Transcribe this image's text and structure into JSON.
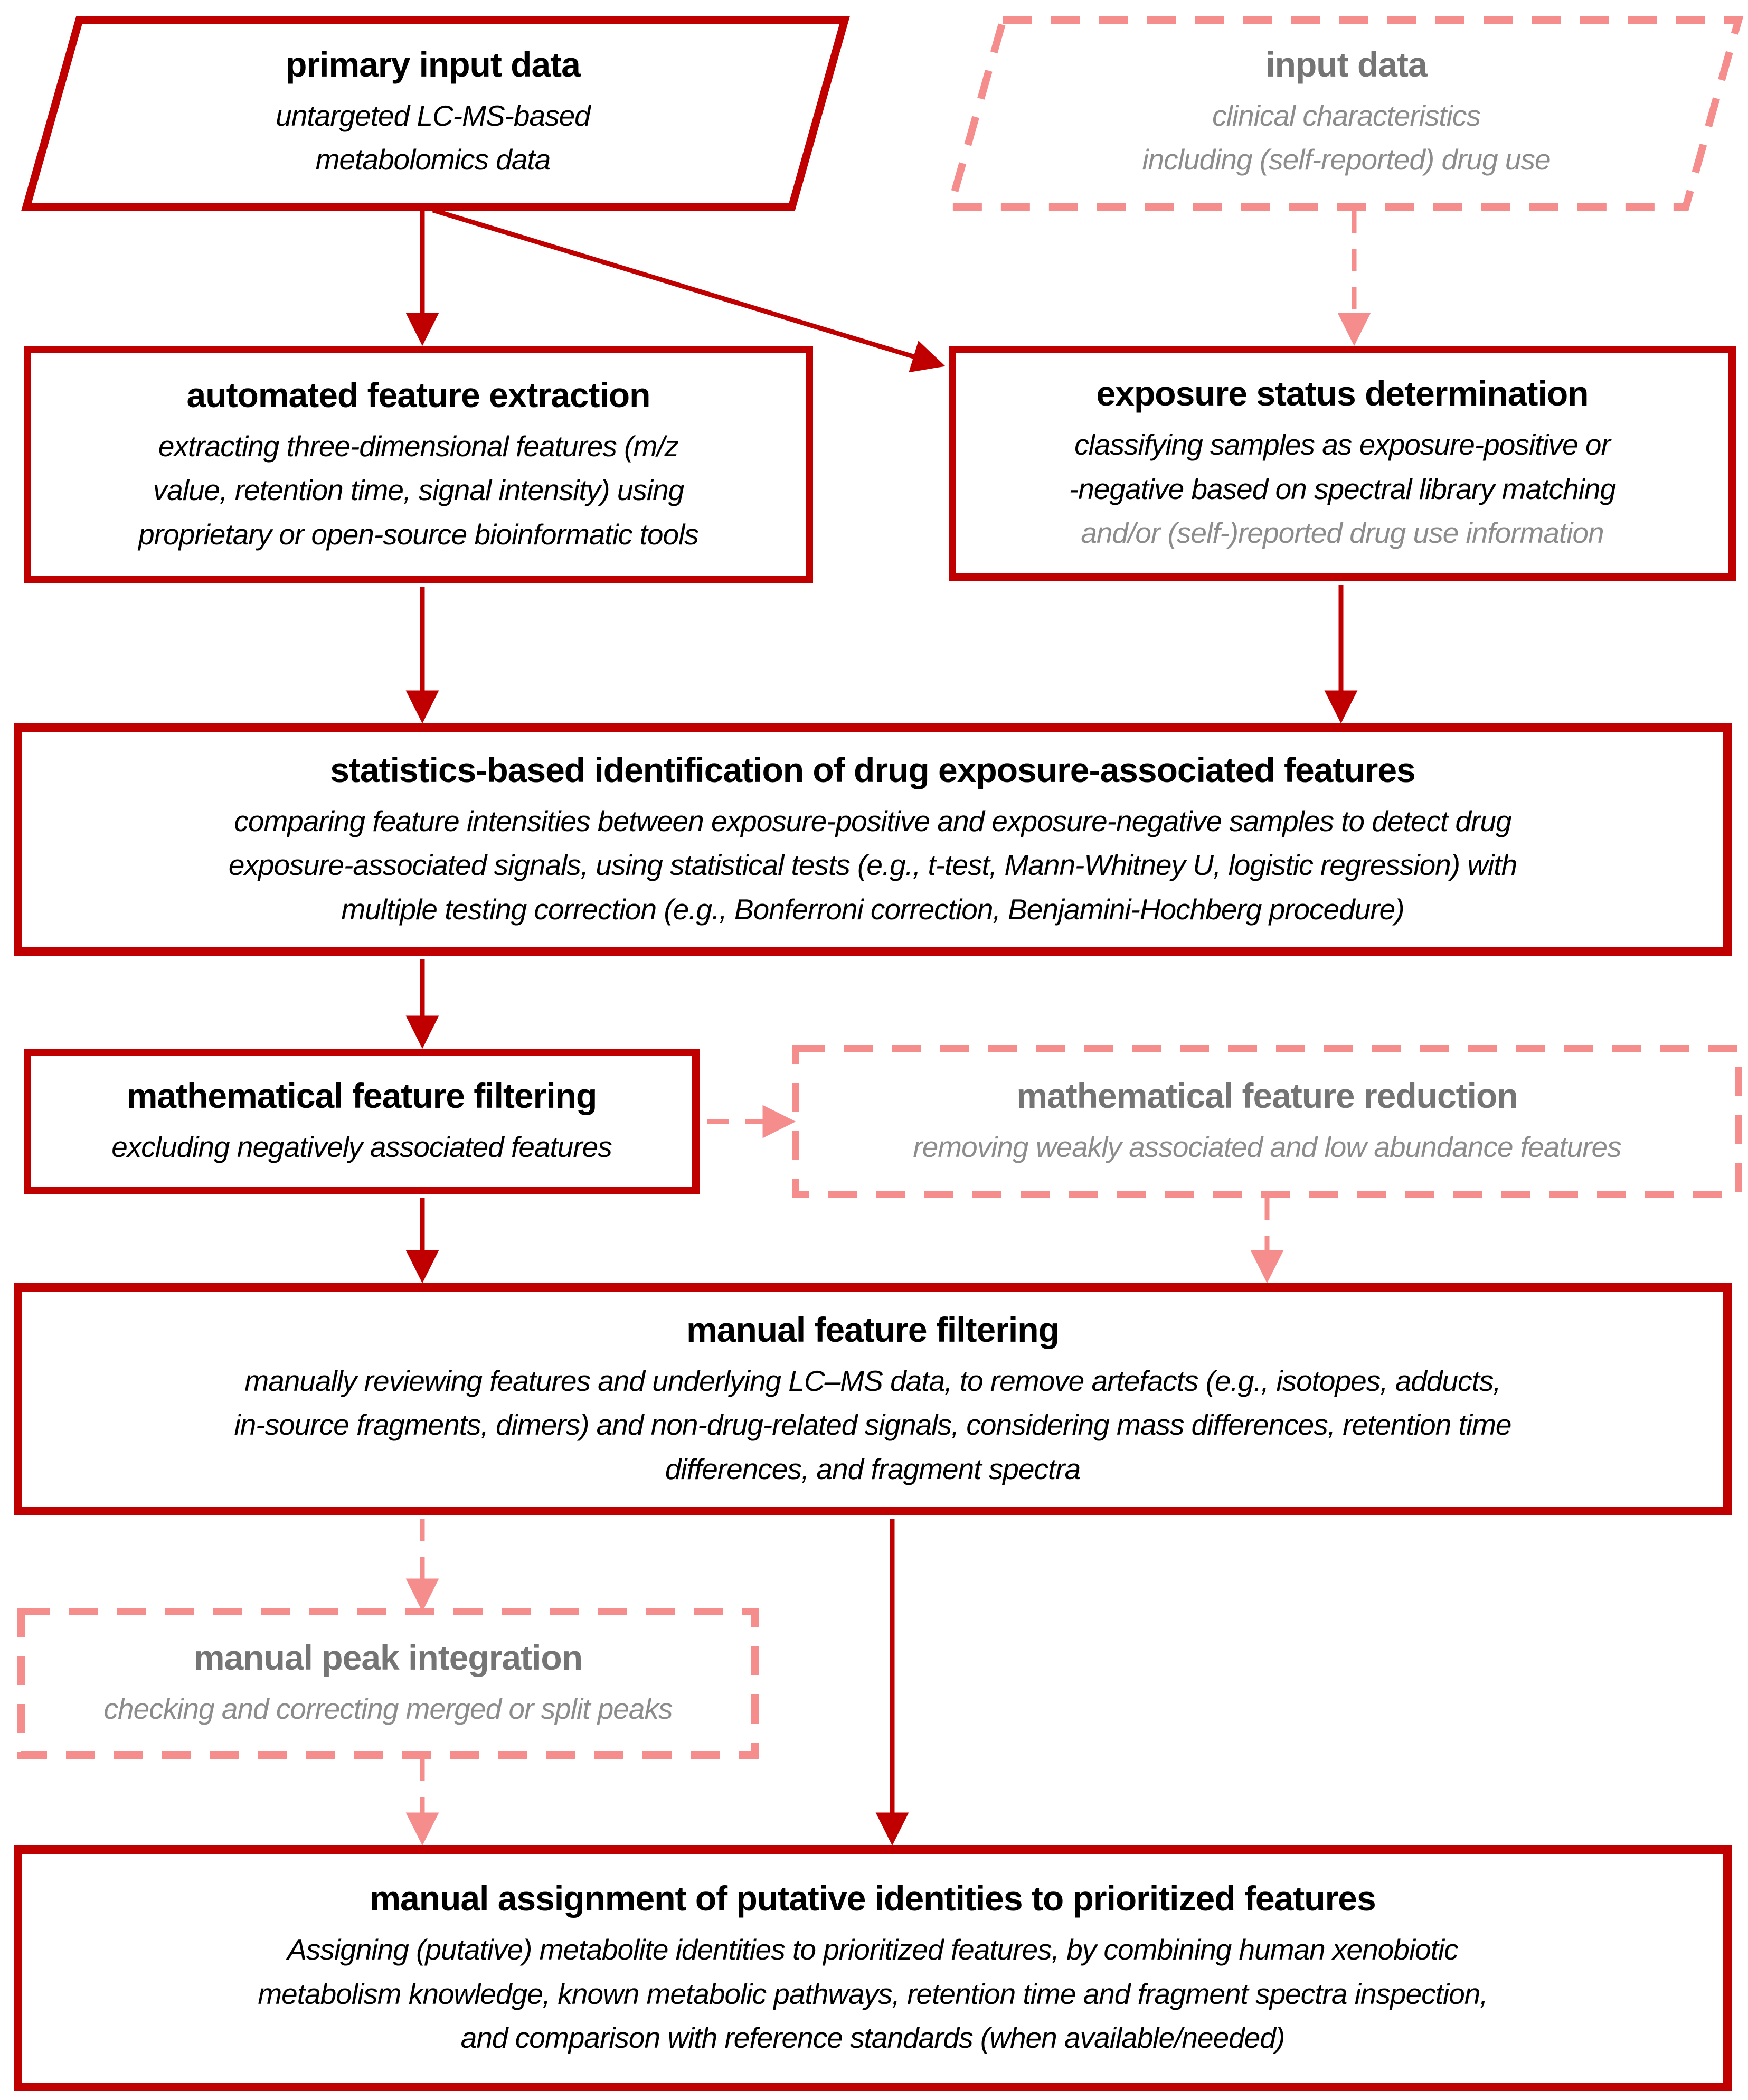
{
  "palette": {
    "solid_red": "#c00000",
    "dashed_pink": "#f58d8d",
    "gray_title": "#757575",
    "gray_body": "#8c8c8c",
    "text_black": "#000000",
    "background": "#ffffff"
  },
  "nodes": {
    "primary_input": {
      "title": "primary input data",
      "body": "untargeted LC-MS-based\nmetabolomics data"
    },
    "input_data": {
      "title": "input data",
      "body": "clinical characteristics\nincluding (self-reported) drug use"
    },
    "feature_extraction": {
      "title": "automated feature extraction",
      "body": "extracting three-dimensional features (m/z\nvalue, retention time, signal intensity) using\nproprietary or open-source bioinformatic tools"
    },
    "exposure_status": {
      "title": "exposure status determination",
      "body_black": "classifying samples as exposure-positive or\n-negative based on spectral library matching",
      "body_gray": "and/or (self-)reported drug use information"
    },
    "stats_identification": {
      "title": "statistics-based identification of drug exposure-associated features",
      "body": "comparing feature intensities between exposure-positive and exposure-negative samples to detect drug\nexposure-associated signals, using statistical tests (e.g., t-test, Mann-Whitney U, logistic regression) with\nmultiple testing correction (e.g., Bonferroni correction, Benjamini-Hochberg procedure)"
    },
    "math_filtering": {
      "title": "mathematical feature filtering",
      "body": "excluding negatively associated features"
    },
    "math_reduction": {
      "title": "mathematical feature reduction",
      "body": "removing weakly associated and low abundance features"
    },
    "manual_filtering": {
      "title": "manual feature filtering",
      "body": "manually reviewing features and underlying LC–MS data, to remove artefacts (e.g., isotopes, adducts,\nin-source fragments, dimers) and non-drug-related signals, considering mass differences, retention time\ndifferences, and fragment spectra"
    },
    "peak_integration": {
      "title": "manual peak integration",
      "body": "checking and correcting merged or split peaks"
    },
    "identity_assignment": {
      "title": "manual assignment of putative identities to prioritized features",
      "body": "Assigning (putative) metabolite identities to prioritized features, by combining human xenobiotic\nmetabolism knowledge, known metabolic pathways, retention time and fragment spectra inspection,\nand comparison with reference standards (when available/needed)"
    }
  }
}
